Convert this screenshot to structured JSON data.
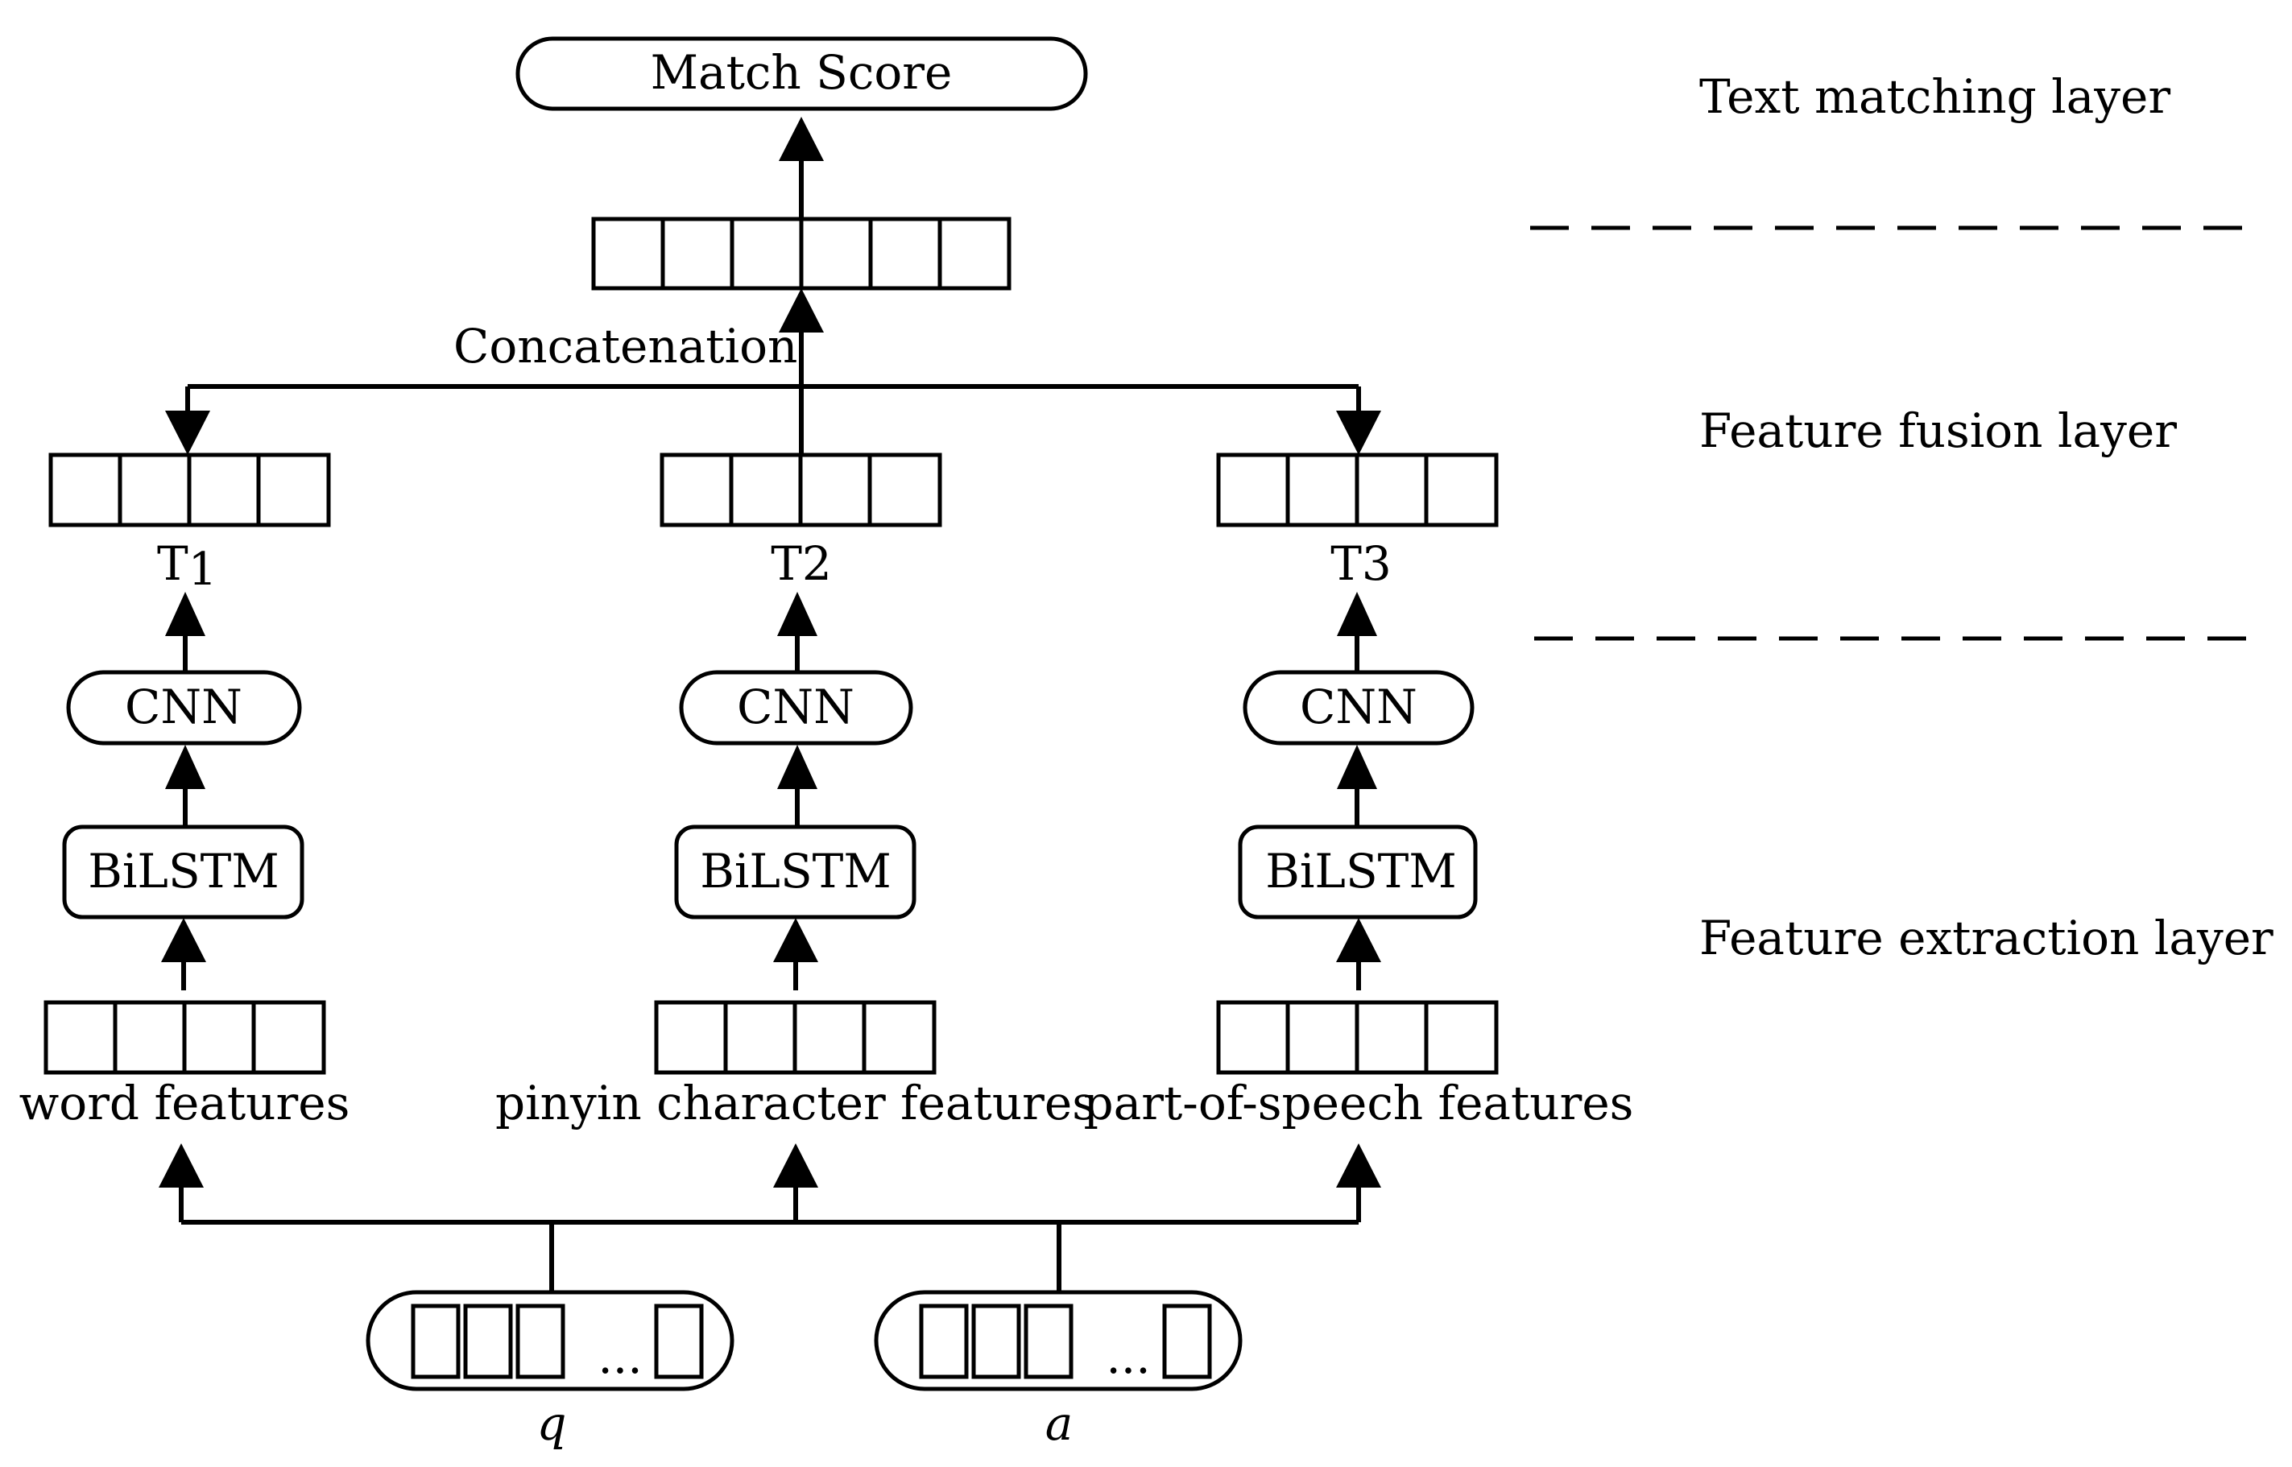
{
  "layers": {
    "text_matching": "Text matching layer",
    "feature_fusion": "Feature fusion layer",
    "feature_extraction": "Feature extraction layer"
  },
  "nodes": {
    "match_score": "Match Score",
    "concatenation": "Concatenation",
    "t1_letter": "T",
    "t1_sub": "1",
    "t2": "T2",
    "t3": "T3",
    "cnn": "CNN",
    "bilstm": "BiLSTM",
    "word_features": "word features",
    "pinyin_features": "pinyin character features",
    "pos_features": "part-of-speech features",
    "ellipsis": "...",
    "q": "q",
    "a": "a"
  }
}
